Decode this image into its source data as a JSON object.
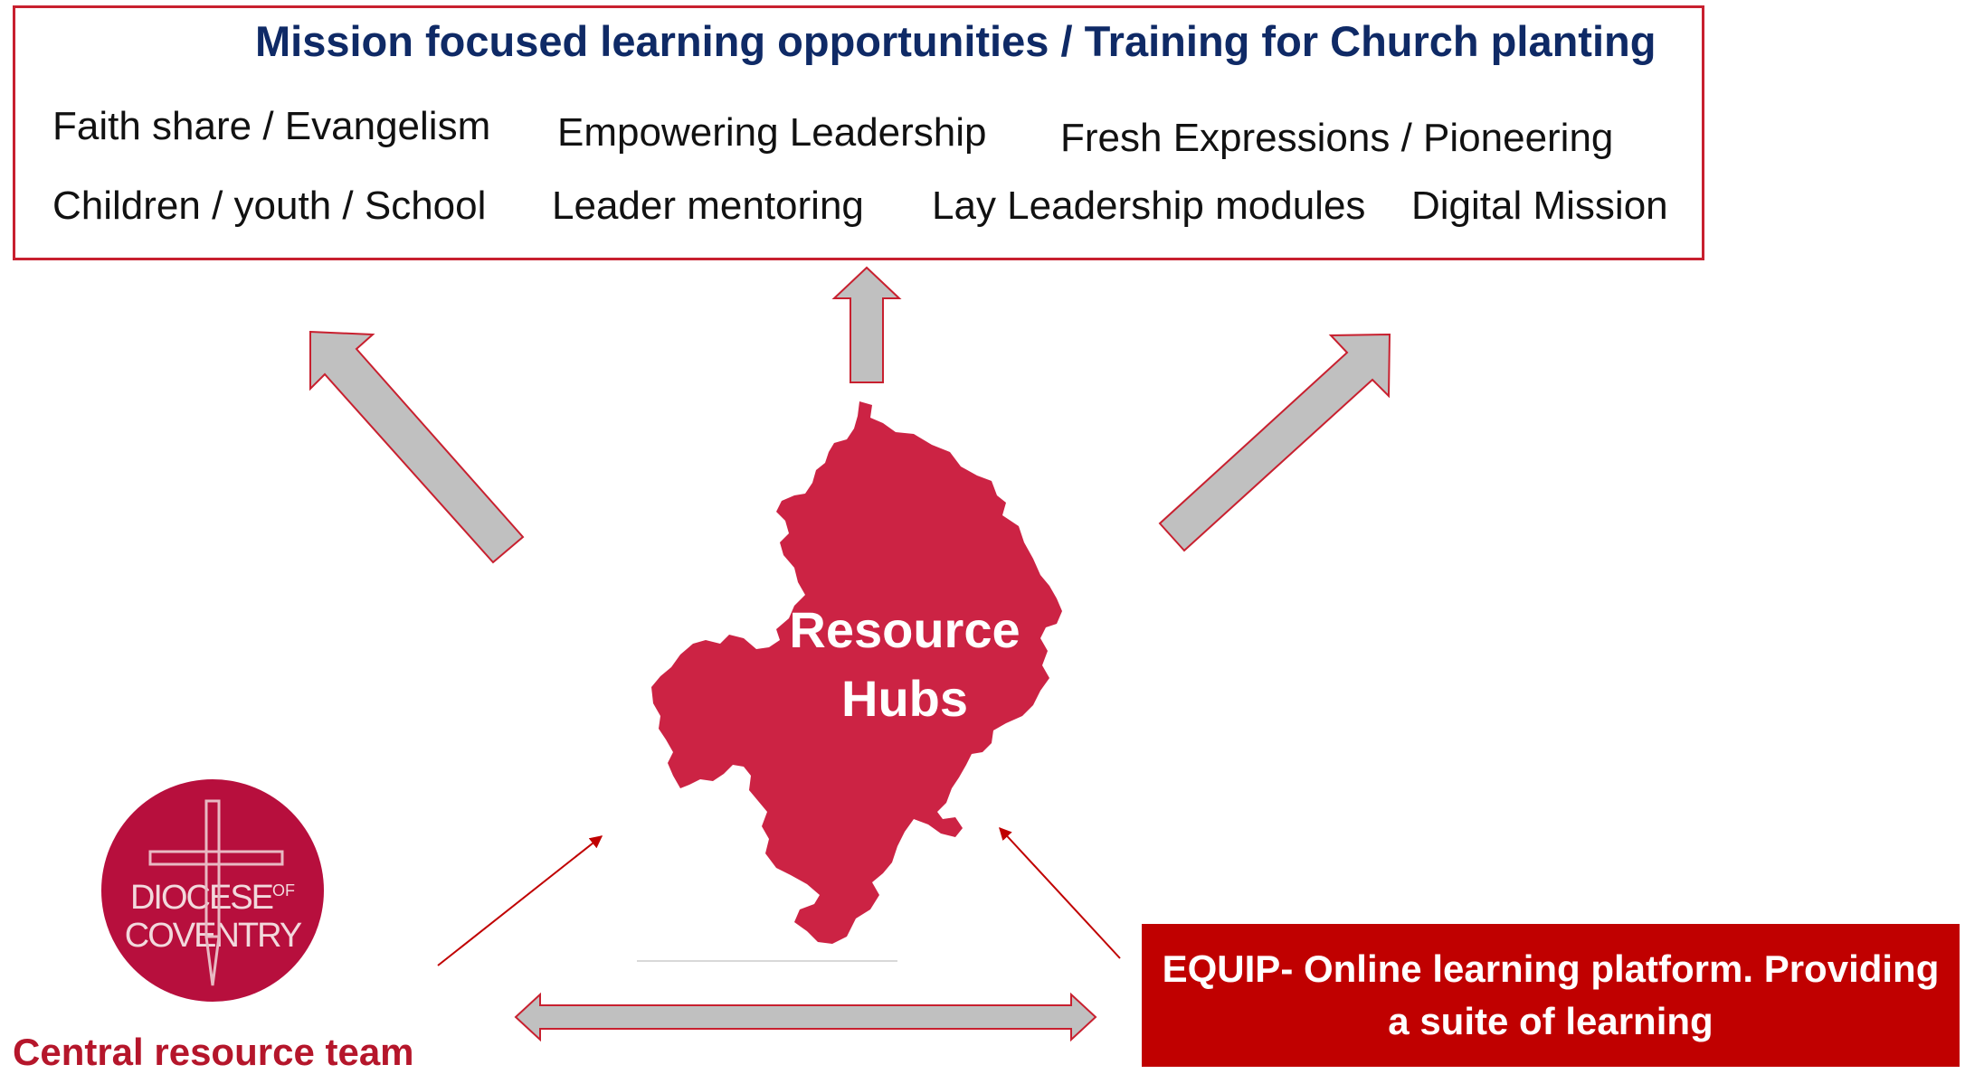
{
  "top_box": {
    "title": "Mission focused learning opportunities / Training for Church planting",
    "items": [
      "Faith share / Evangelism",
      "Empowering Leadership",
      "Fresh Expressions / Pioneering",
      "Children / youth / School",
      "Leader mentoring",
      "Lay Leadership modules",
      "Digital Mission"
    ]
  },
  "hub": {
    "line1": "Resource",
    "line2": "Hubs"
  },
  "equip": {
    "text": "EQUIP- Online learning platform. Providing a suite of learning"
  },
  "logo": {
    "line1": "DIOCESE",
    "sup": "OF",
    "line2": "COVENTRY"
  },
  "central_team": "Central resource team",
  "colors": {
    "accent_red": "#c8202f",
    "hub_red": "#cc2344",
    "equip_red": "#c00000",
    "title_navy": "#0f2a66",
    "arrow_gray": "#c0c0c0"
  }
}
